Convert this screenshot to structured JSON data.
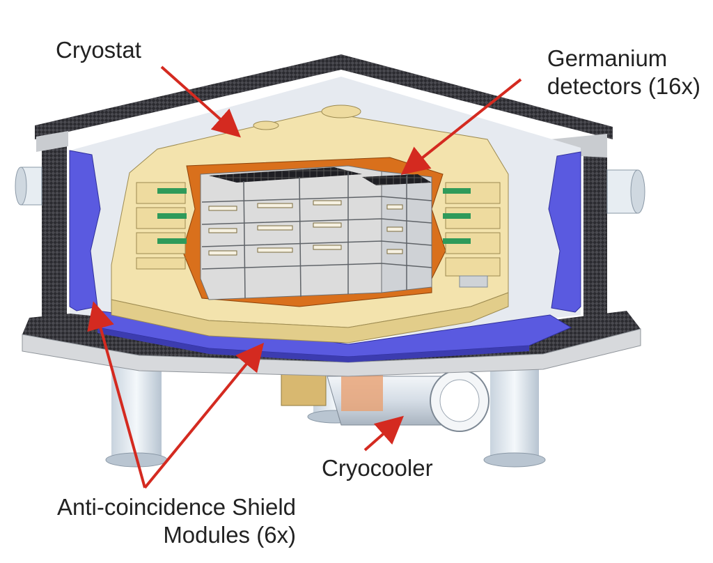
{
  "labels": {
    "cryostat": "Cryostat",
    "germanium_line1": "Germanium",
    "germanium_line2": "detectors (16x)",
    "cryocooler": "Cryocooler",
    "shield_line1": "Anti-coincidence Shield",
    "shield_line2": "Modules (6x)"
  },
  "colors": {
    "arrow": "#d42a20",
    "carbon": "#3f3f44",
    "shield_blue": "#5a5ae0",
    "cryostat_yellow": "#f3e3ad",
    "copper": "#d9701c",
    "detector_gray": "#dcdcdc",
    "board_green": "#2f9a5a",
    "steel": "#e8eef4"
  },
  "icons": [
    "cryostat-body",
    "germanium-detector-stack",
    "cryocooler-cylinder",
    "shield-module-ring",
    "support-leg"
  ]
}
